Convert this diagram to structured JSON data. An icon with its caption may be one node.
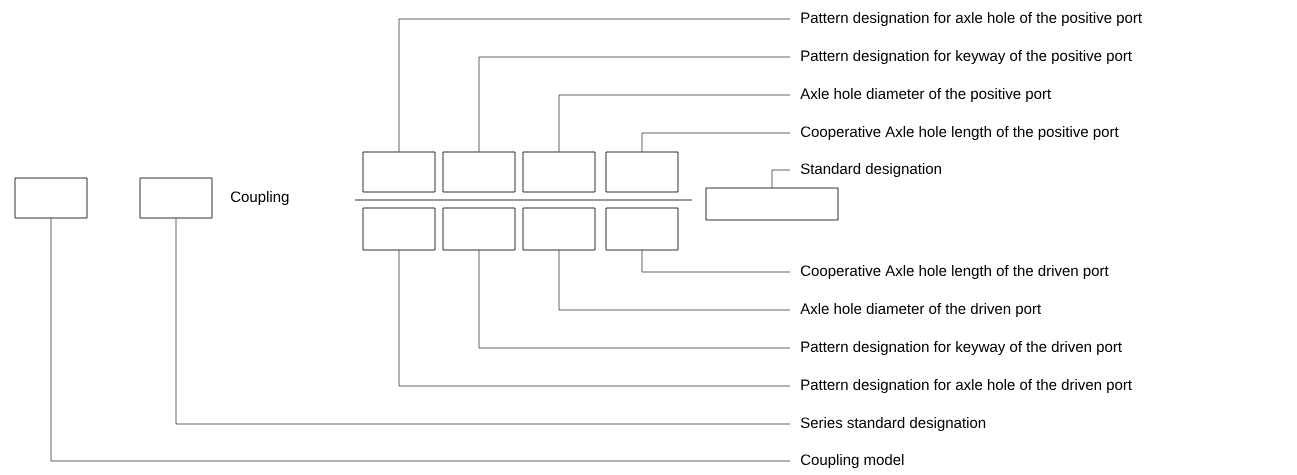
{
  "diagram": {
    "nodes": [
      {
        "text": [],
        "shape": "box"
      },
      {
        "text": [],
        "shape": "box"
      },
      {
        "text": [],
        "shape": "box"
      },
      {
        "text": [],
        "shape": "box"
      },
      {
        "text": [],
        "shape": "box"
      },
      {
        "text": [],
        "shape": "box"
      },
      {
        "text": [],
        "shape": "box"
      },
      {
        "text": [],
        "shape": "box"
      },
      {
        "text": [],
        "shape": "box"
      },
      {
        "text": [],
        "shape": "box"
      },
      {
        "text": [],
        "shape": "box"
      },
      {
        "text": [
          "Pattern designation for axle hole of the positive port"
        ]
      },
      {
        "text": [
          "Pattern designation for keyway of the positive port"
        ]
      },
      {
        "text": [
          "Axle hole diameter of the positive port"
        ]
      },
      {
        "text": [
          "Cooperative Axle hole length of the positive port"
        ]
      },
      {
        "text": [
          "Standard designation"
        ]
      },
      {
        "text": [
          "Cooperative Axle hole length of the driven port"
        ]
      },
      {
        "text": [
          "Axle hole diameter of the driven port"
        ]
      },
      {
        "text": [
          "Pattern designation for keyway of the driven port"
        ]
      },
      {
        "text": [
          "Pattern designation for axle hole of the driven port"
        ]
      },
      {
        "text": [
          "Series standard designation"
        ]
      },
      {
        "text": [
          "Coupling model"
        ]
      }
    ],
    "edges": [
      {
        "from": 11,
        "to": 2,
        "arrow": "none"
      },
      {
        "from": 12,
        "to": 3,
        "arrow": "none"
      },
      {
        "from": 13,
        "to": 4,
        "arrow": "none"
      },
      {
        "from": 14,
        "to": 5,
        "arrow": "none"
      },
      {
        "from": 15,
        "to": 10,
        "arrow": "none"
      },
      {
        "from": 16,
        "to": 9,
        "arrow": "none"
      },
      {
        "from": 17,
        "to": 8,
        "arrow": "none"
      },
      {
        "from": 18,
        "to": 7,
        "arrow": "none"
      },
      {
        "from": 19,
        "to": 6,
        "arrow": "none"
      },
      {
        "from": 20,
        "to": 1,
        "arrow": "none"
      },
      {
        "from": 21,
        "to": 0,
        "arrow": "none"
      }
    ],
    "labels": [
      "Coupling"
    ]
  }
}
